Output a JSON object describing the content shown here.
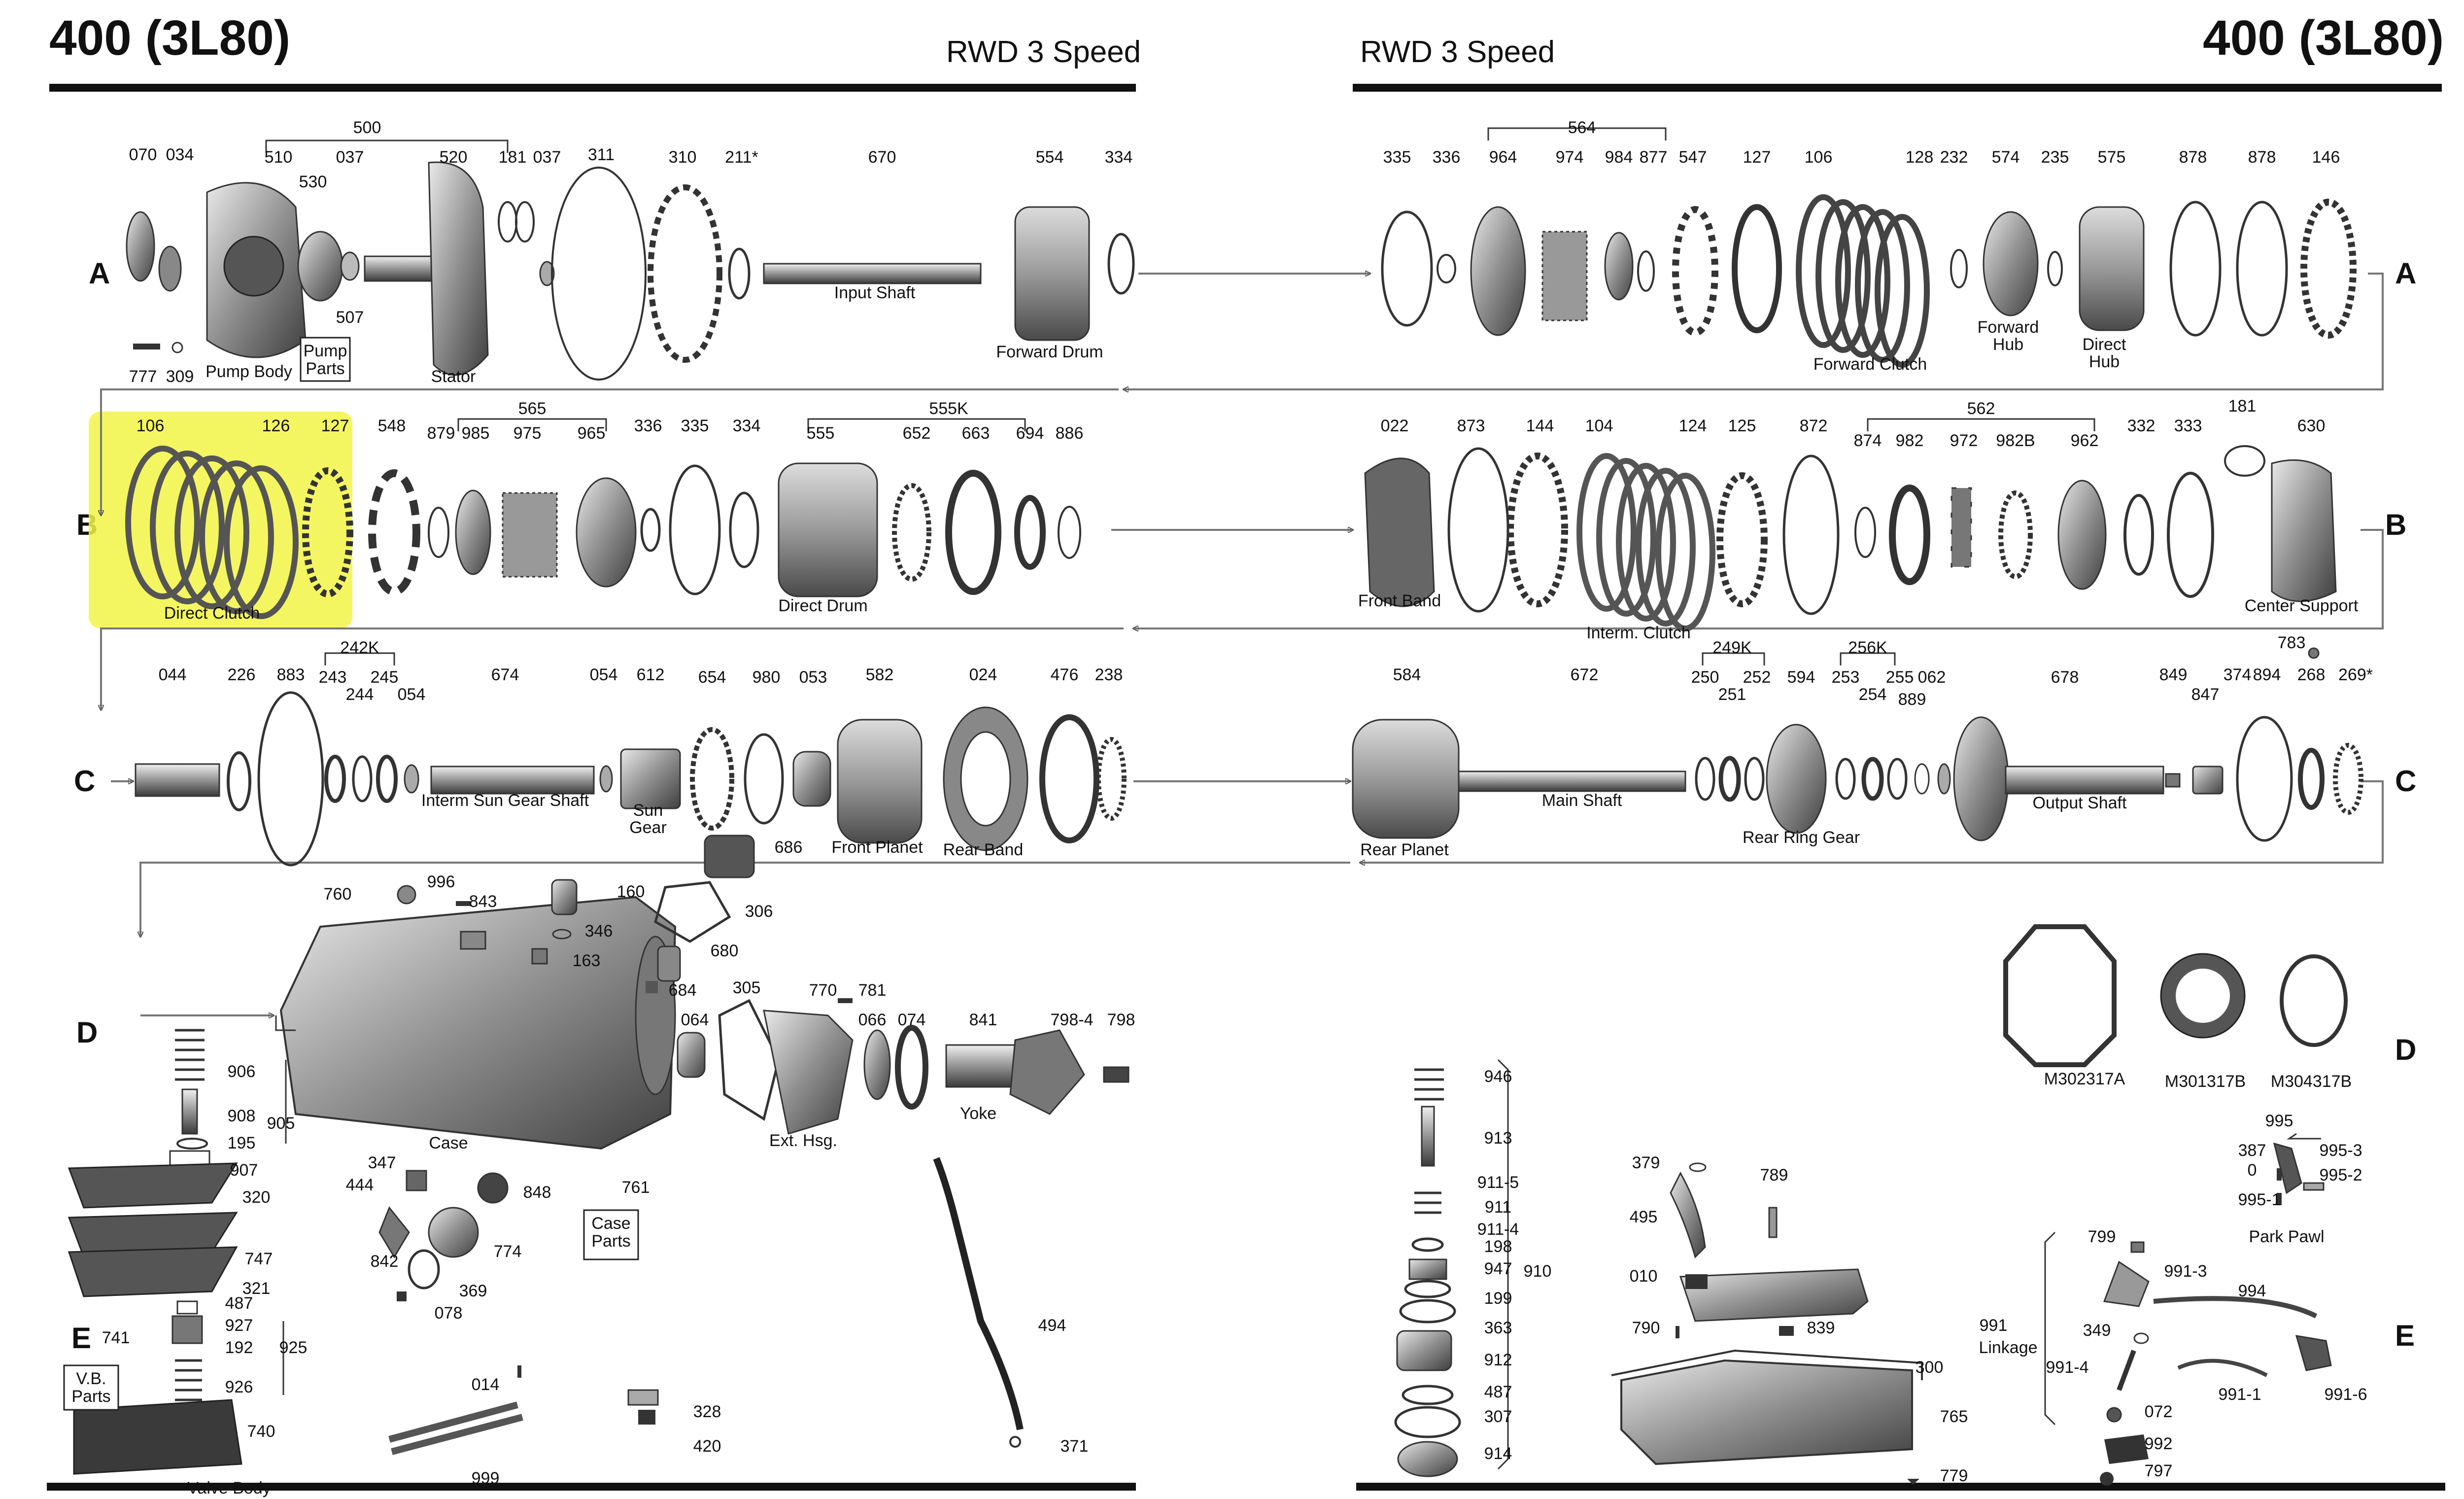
{
  "header": {
    "left_title": "400 (3L80)",
    "left_subtitle": "RWD 3 Speed",
    "right_subtitle": "RWD 3 Speed",
    "right_title": "400 (3L80)"
  },
  "row_letters": [
    "A",
    "B",
    "C",
    "D",
    "E"
  ],
  "highlight_color": "#f2f545",
  "callouts": [
    {
      "id": "A-070",
      "text": "070"
    },
    {
      "id": "A-034",
      "text": "034"
    },
    {
      "id": "A-500",
      "text": "500"
    },
    {
      "id": "A-510",
      "text": "510"
    },
    {
      "id": "A-037a",
      "text": "037"
    },
    {
      "id": "A-520",
      "text": "520"
    },
    {
      "id": "A-530",
      "text": "530"
    },
    {
      "id": "A-181",
      "text": "181"
    },
    {
      "id": "A-037b",
      "text": "037"
    },
    {
      "id": "A-311",
      "text": "311"
    },
    {
      "id": "A-310",
      "text": "310"
    },
    {
      "id": "A-211",
      "text": "211*"
    },
    {
      "id": "A-670",
      "text": "670"
    },
    {
      "id": "A-554",
      "text": "554"
    },
    {
      "id": "A-334",
      "text": "334"
    },
    {
      "id": "A-507",
      "text": "507"
    },
    {
      "id": "A-777",
      "text": "777"
    },
    {
      "id": "A-309",
      "text": "309"
    },
    {
      "id": "A2-335",
      "text": "335"
    },
    {
      "id": "A2-336",
      "text": "336"
    },
    {
      "id": "A2-564",
      "text": "564"
    },
    {
      "id": "A2-964",
      "text": "964"
    },
    {
      "id": "A2-974",
      "text": "974"
    },
    {
      "id": "A2-984",
      "text": "984"
    },
    {
      "id": "A2-877",
      "text": "877"
    },
    {
      "id": "A2-547",
      "text": "547"
    },
    {
      "id": "A2-127",
      "text": "127"
    },
    {
      "id": "A2-106",
      "text": "106"
    },
    {
      "id": "A2-128",
      "text": "128"
    },
    {
      "id": "A2-232",
      "text": "232"
    },
    {
      "id": "A2-574",
      "text": "574"
    },
    {
      "id": "A2-235",
      "text": "235"
    },
    {
      "id": "A2-575",
      "text": "575"
    },
    {
      "id": "A2-878a",
      "text": "878"
    },
    {
      "id": "A2-878b",
      "text": "878"
    },
    {
      "id": "A2-146",
      "text": "146"
    },
    {
      "id": "B-106",
      "text": "106"
    },
    {
      "id": "B-126",
      "text": "126"
    },
    {
      "id": "B-127",
      "text": "127"
    },
    {
      "id": "B-548",
      "text": "548"
    },
    {
      "id": "B-565",
      "text": "565"
    },
    {
      "id": "B-879",
      "text": "879"
    },
    {
      "id": "B-985",
      "text": "985"
    },
    {
      "id": "B-975",
      "text": "975"
    },
    {
      "id": "B-965",
      "text": "965"
    },
    {
      "id": "B-336",
      "text": "336"
    },
    {
      "id": "B-335",
      "text": "335"
    },
    {
      "id": "B-334",
      "text": "334"
    },
    {
      "id": "B-555K",
      "text": "555K"
    },
    {
      "id": "B-555",
      "text": "555"
    },
    {
      "id": "B-652",
      "text": "652"
    },
    {
      "id": "B-663",
      "text": "663"
    },
    {
      "id": "B-694",
      "text": "694"
    },
    {
      "id": "B-886",
      "text": "886"
    },
    {
      "id": "B2-022",
      "text": "022"
    },
    {
      "id": "B2-873",
      "text": "873"
    },
    {
      "id": "B2-144",
      "text": "144"
    },
    {
      "id": "B2-104",
      "text": "104"
    },
    {
      "id": "B2-124",
      "text": "124"
    },
    {
      "id": "B2-125",
      "text": "125"
    },
    {
      "id": "B2-872",
      "text": "872"
    },
    {
      "id": "B2-562",
      "text": "562"
    },
    {
      "id": "B2-874",
      "text": "874"
    },
    {
      "id": "B2-982",
      "text": "982"
    },
    {
      "id": "B2-972",
      "text": "972"
    },
    {
      "id": "B2-982B",
      "text": "982B"
    },
    {
      "id": "B2-962",
      "text": "962"
    },
    {
      "id": "B2-332",
      "text": "332"
    },
    {
      "id": "B2-333",
      "text": "333"
    },
    {
      "id": "B2-181",
      "text": "181"
    },
    {
      "id": "B2-630",
      "text": "630"
    },
    {
      "id": "B2-783",
      "text": "783"
    },
    {
      "id": "C-044",
      "text": "044"
    },
    {
      "id": "C-226",
      "text": "226"
    },
    {
      "id": "C-883",
      "text": "883"
    },
    {
      "id": "C-242K",
      "text": "242K"
    },
    {
      "id": "C-243",
      "text": "243"
    },
    {
      "id": "C-244",
      "text": "244"
    },
    {
      "id": "C-245",
      "text": "245"
    },
    {
      "id": "C-054a",
      "text": "054"
    },
    {
      "id": "C-674",
      "text": "674"
    },
    {
      "id": "C-054b",
      "text": "054"
    },
    {
      "id": "C-612",
      "text": "612"
    },
    {
      "id": "C-654",
      "text": "654"
    },
    {
      "id": "C-980",
      "text": "980"
    },
    {
      "id": "C-053",
      "text": "053"
    },
    {
      "id": "C-582",
      "text": "582"
    },
    {
      "id": "C-024",
      "text": "024"
    },
    {
      "id": "C-476",
      "text": "476"
    },
    {
      "id": "C-238",
      "text": "238"
    },
    {
      "id": "C2-584",
      "text": "584"
    },
    {
      "id": "C2-672",
      "text": "672"
    },
    {
      "id": "C2-249K",
      "text": "249K"
    },
    {
      "id": "C2-250",
      "text": "250"
    },
    {
      "id": "C2-251",
      "text": "251"
    },
    {
      "id": "C2-252",
      "text": "252"
    },
    {
      "id": "C2-594",
      "text": "594"
    },
    {
      "id": "C2-256K",
      "text": "256K"
    },
    {
      "id": "C2-253",
      "text": "253"
    },
    {
      "id": "C2-254",
      "text": "254"
    },
    {
      "id": "C2-255",
      "text": "255"
    },
    {
      "id": "C2-889",
      "text": "889"
    },
    {
      "id": "C2-062",
      "text": "062"
    },
    {
      "id": "C2-678",
      "text": "678"
    },
    {
      "id": "C2-849",
      "text": "849"
    },
    {
      "id": "C2-847",
      "text": "847"
    },
    {
      "id": "C2-374",
      "text": "374"
    },
    {
      "id": "C2-894",
      "text": "894"
    },
    {
      "id": "C2-268",
      "text": "268"
    },
    {
      "id": "C2-269",
      "text": "269*"
    },
    {
      "id": "D-760",
      "text": "760"
    },
    {
      "id": "D-996",
      "text": "996"
    },
    {
      "id": "D-843",
      "text": "843"
    },
    {
      "id": "D-160",
      "text": "160"
    },
    {
      "id": "D-346",
      "text": "346"
    },
    {
      "id": "D-163",
      "text": "163"
    },
    {
      "id": "D-686",
      "text": "686"
    },
    {
      "id": "D-306",
      "text": "306"
    },
    {
      "id": "D-680",
      "text": "680"
    },
    {
      "id": "D-684",
      "text": "684"
    },
    {
      "id": "D-305",
      "text": "305"
    },
    {
      "id": "D-770",
      "text": "770"
    },
    {
      "id": "D-781",
      "text": "781"
    },
    {
      "id": "D-064",
      "text": "064"
    },
    {
      "id": "D-066",
      "text": "066"
    },
    {
      "id": "D-074",
      "text": "074"
    },
    {
      "id": "D-841",
      "text": "841"
    },
    {
      "id": "D-798-4",
      "text": "798-4"
    },
    {
      "id": "D-798",
      "text": "798"
    },
    {
      "id": "D-906",
      "text": "906"
    },
    {
      "id": "D-908",
      "text": "908"
    },
    {
      "id": "D-905",
      "text": "905"
    },
    {
      "id": "D-195",
      "text": "195"
    },
    {
      "id": "D-907",
      "text": "907"
    },
    {
      "id": "D-320",
      "text": "320"
    },
    {
      "id": "D-747",
      "text": "747"
    },
    {
      "id": "D-321",
      "text": "321"
    },
    {
      "id": "D-487",
      "text": "487"
    },
    {
      "id": "D-927",
      "text": "927"
    },
    {
      "id": "D-192",
      "text": "192"
    },
    {
      "id": "D-925",
      "text": "925"
    },
    {
      "id": "D-926",
      "text": "926"
    },
    {
      "id": "D-740",
      "text": "740"
    },
    {
      "id": "D-741",
      "text": "741"
    },
    {
      "id": "D-347",
      "text": "347"
    },
    {
      "id": "D-444",
      "text": "444"
    },
    {
      "id": "D-848",
      "text": "848"
    },
    {
      "id": "D-761",
      "text": "761"
    },
    {
      "id": "D-842",
      "text": "842"
    },
    {
      "id": "D-774",
      "text": "774"
    },
    {
      "id": "D-369",
      "text": "369"
    },
    {
      "id": "D-078",
      "text": "078"
    },
    {
      "id": "D-494",
      "text": "494"
    },
    {
      "id": "D-014",
      "text": "014"
    },
    {
      "id": "D-328",
      "text": "328"
    },
    {
      "id": "D-420",
      "text": "420"
    },
    {
      "id": "D-999",
      "text": "999"
    },
    {
      "id": "D-371",
      "text": "371"
    },
    {
      "id": "E-946",
      "text": "946"
    },
    {
      "id": "E-913",
      "text": "913"
    },
    {
      "id": "E-911-5",
      "text": "911-5"
    },
    {
      "id": "E-911",
      "text": "911"
    },
    {
      "id": "E-911-4",
      "text": "911-4"
    },
    {
      "id": "E-198",
      "text": "198"
    },
    {
      "id": "E-947",
      "text": "947"
    },
    {
      "id": "E-910",
      "text": "910"
    },
    {
      "id": "E-199",
      "text": "199"
    },
    {
      "id": "E-363",
      "text": "363"
    },
    {
      "id": "E-912",
      "text": "912"
    },
    {
      "id": "E-487",
      "text": "487"
    },
    {
      "id": "E-307",
      "text": "307"
    },
    {
      "id": "E-914",
      "text": "914"
    },
    {
      "id": "E-379",
      "text": "379"
    },
    {
      "id": "E-789",
      "text": "789"
    },
    {
      "id": "E-495",
      "text": "495"
    },
    {
      "id": "E-010",
      "text": "010"
    },
    {
      "id": "E-790",
      "text": "790"
    },
    {
      "id": "E-839",
      "text": "839"
    },
    {
      "id": "E-300",
      "text": "300"
    },
    {
      "id": "E-765",
      "text": "765"
    },
    {
      "id": "E-779",
      "text": "779"
    },
    {
      "id": "E-995",
      "text": "995"
    },
    {
      "id": "E-387",
      "text": "387"
    },
    {
      "id": "E-995-3",
      "text": "995-3"
    },
    {
      "id": "E-0",
      "text": "0"
    },
    {
      "id": "E-995-2",
      "text": "995-2"
    },
    {
      "id": "E-995-1",
      "text": "995-1"
    },
    {
      "id": "E-799",
      "text": "799"
    },
    {
      "id": "E-991-3",
      "text": "991-3"
    },
    {
      "id": "E-994",
      "text": "994"
    },
    {
      "id": "E-349",
      "text": "349"
    },
    {
      "id": "E-991",
      "text": "991"
    },
    {
      "id": "E-991-4",
      "text": "991-4"
    },
    {
      "id": "E-991-1",
      "text": "991-1"
    },
    {
      "id": "E-991-6",
      "text": "991-6"
    },
    {
      "id": "E-072",
      "text": "072"
    },
    {
      "id": "E-992",
      "text": "992"
    },
    {
      "id": "E-797",
      "text": "797"
    }
  ],
  "captions": [
    {
      "id": "pump-body",
      "text": "Pump Body"
    },
    {
      "id": "stator",
      "text": "Stator"
    },
    {
      "id": "input-shaft",
      "text": "Input Shaft"
    },
    {
      "id": "forward-drum",
      "text": "Forward Drum"
    },
    {
      "id": "forward-clutch",
      "text": "Forward Clutch"
    },
    {
      "id": "forward-hub-1",
      "text": "Forward"
    },
    {
      "id": "forward-hub-2",
      "text": "Hub"
    },
    {
      "id": "direct-hub-1",
      "text": "Direct"
    },
    {
      "id": "direct-hub-2",
      "text": "Hub"
    },
    {
      "id": "direct-clutch",
      "text": "Direct Clutch"
    },
    {
      "id": "direct-drum",
      "text": "Direct Drum"
    },
    {
      "id": "front-band",
      "text": "Front Band"
    },
    {
      "id": "interm-clutch",
      "text": "Interm. Clutch"
    },
    {
      "id": "center-support",
      "text": "Center Support"
    },
    {
      "id": "interm-sun-gear-shaft",
      "text": "Interm Sun Gear Shaft"
    },
    {
      "id": "sun-gear-1",
      "text": "Sun"
    },
    {
      "id": "sun-gear-2",
      "text": "Gear"
    },
    {
      "id": "front-planet",
      "text": "Front Planet"
    },
    {
      "id": "rear-band",
      "text": "Rear Band"
    },
    {
      "id": "rear-planet",
      "text": "Rear Planet"
    },
    {
      "id": "main-shaft",
      "text": "Main Shaft"
    },
    {
      "id": "rear-ring-gear",
      "text": "Rear Ring Gear"
    },
    {
      "id": "output-shaft",
      "text": "Output Shaft"
    },
    {
      "id": "case",
      "text": "Case"
    },
    {
      "id": "ext-hsg",
      "text": "Ext. Hsg."
    },
    {
      "id": "yoke",
      "text": "Yoke"
    },
    {
      "id": "valve-body",
      "text": "Valve Body"
    },
    {
      "id": "m302317a",
      "text": "M302317A"
    },
    {
      "id": "m301317b",
      "text": "M301317B"
    },
    {
      "id": "m304317b",
      "text": "M304317B"
    },
    {
      "id": "park-pawl",
      "text": "Park Pawl"
    },
    {
      "id": "linkage",
      "text": "Linkage"
    }
  ],
  "boxed_labels": [
    {
      "id": "pump-parts",
      "lines": [
        "Pump",
        "Parts"
      ]
    },
    {
      "id": "case-parts",
      "lines": [
        "Case",
        "Parts"
      ]
    },
    {
      "id": "vb-parts",
      "lines": [
        "V.B.",
        "Parts"
      ]
    }
  ]
}
